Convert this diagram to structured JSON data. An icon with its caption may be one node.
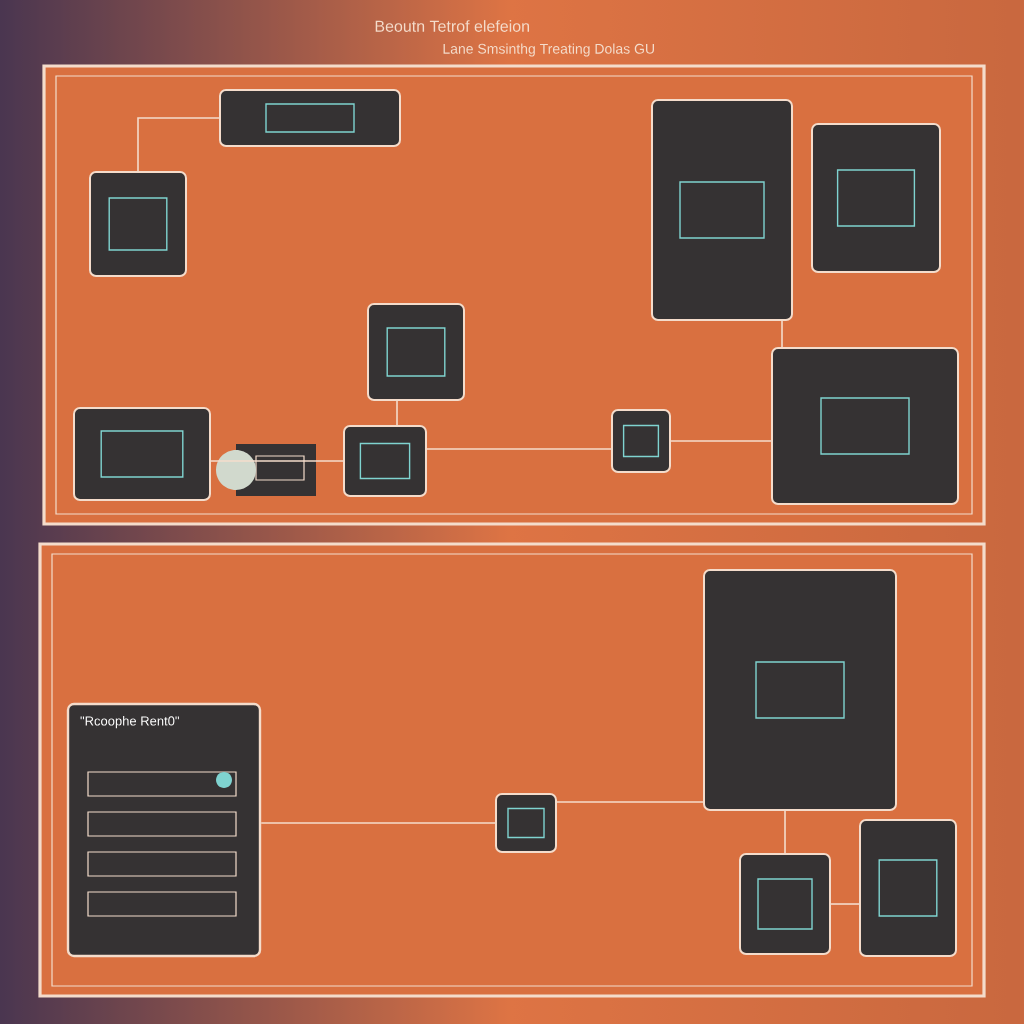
{
  "diagram": {
    "title": "Beoutn Tetrof elefeion",
    "nodes": [
      {
        "text": [],
        "shape": "box"
      },
      {
        "text": [],
        "shape": "box",
        "in": 0
      },
      {
        "text": [],
        "shape": "box",
        "in": 0
      },
      {
        "text": [],
        "shape": "box",
        "in": 0
      },
      {
        "text": [],
        "shape": "box",
        "in": 0
      },
      {
        "text": [],
        "shape": "box",
        "in": 0
      },
      {
        "text": [],
        "shape": "box",
        "in": 0
      },
      {
        "text": [],
        "shape": "box",
        "in": 0
      },
      {
        "text": [],
        "shape": "box",
        "in": 0
      },
      {
        "text": [],
        "shape": "box",
        "in": 0
      },
      {
        "text": [],
        "shape": "box"
      },
      {
        "text": [],
        "shape": "box",
        "in": 10
      },
      {
        "text": [
          "\"Rcoophe Rent0\""
        ],
        "in": 10
      },
      {
        "text": [],
        "shape": "box",
        "in": 10
      },
      {
        "text": [],
        "shape": "box",
        "in": 10
      },
      {
        "text": [],
        "shape": "box",
        "in": 10
      }
    ],
    "edges": [
      {
        "from": 1,
        "to": 2,
        "arrow": "none"
      },
      {
        "from": 5,
        "to": 7,
        "arrow": "none"
      },
      {
        "from": 7,
        "to": 8,
        "arrow": "none"
      },
      {
        "from": 8,
        "to": 9,
        "arrow": "none"
      },
      {
        "from": 3,
        "to": 9,
        "arrow": "none"
      },
      {
        "from": 6,
        "to": 7,
        "arrow": "none"
      },
      {
        "from": 11,
        "to": 14,
        "arrow": "none"
      },
      {
        "from": 12,
        "to": 13,
        "arrow": "none"
      },
      {
        "from": 13,
        "to": 11,
        "arrow": "none"
      },
      {
        "from": 14,
        "to": 15,
        "arrow": "none"
      }
    ],
    "labels": [
      "Lane Smsinthg Treating Dolas GU"
    ]
  }
}
